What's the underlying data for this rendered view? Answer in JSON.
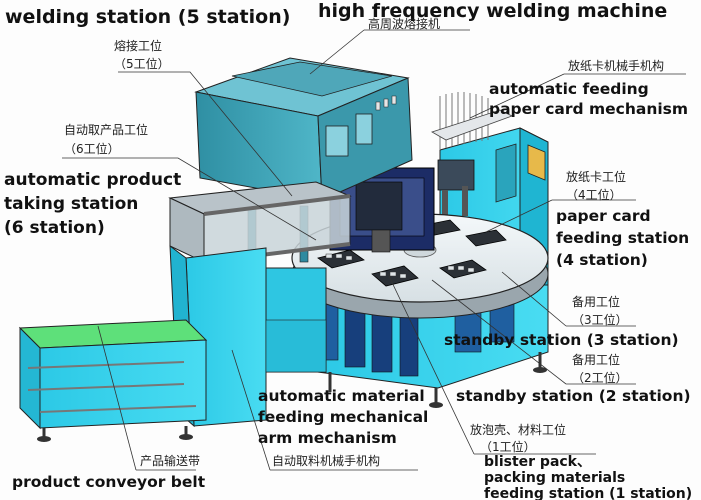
{
  "title": "high frequency welding machine",
  "title_cn": "高周波熔接机",
  "labels": {
    "welding_station": "welding station (5 station)",
    "welding_cn_1": "熔接工位",
    "welding_cn_2": "（5工位）",
    "auto_feed_cn": "放纸卡机械手机构",
    "auto_feed_1": "automatic feeding",
    "auto_feed_2": "paper card mechanism",
    "product_take_cn_1": "自动取产品工位",
    "product_take_cn_2": "（6工位）",
    "product_take_1": "automatic product",
    "product_take_2": "taking station",
    "product_take_3": "(6 station)",
    "paper_feed_cn_1": "放纸卡工位",
    "paper_feed_cn_2": "（4工位）",
    "paper_feed_1": "paper card",
    "paper_feed_2": "feeding station",
    "paper_feed_3": "(4 station)",
    "standby3_cn_1": "备用工位",
    "standby3_cn_2": "（3工位）",
    "standby3": "standby station (3 station)",
    "standby2_cn_1": "备用工位",
    "standby2_cn_2": "（2工位）",
    "standby2": "standby station (2 station)",
    "material_arm_1": "automatic material",
    "material_arm_2": "feeding mechanical",
    "material_arm_3": "arm mechanism",
    "material_arm_cn": "自动取料机械手机构",
    "blister_cn_1": "放泡壳、材料工位",
    "blister_cn_2": "（1工位）",
    "blister_1": "blister pack、",
    "blister_2": "packing materials",
    "blister_3": "feeding station (1 station)",
    "conveyor_cn": "产品输送带",
    "conveyor": "product conveyor belt"
  },
  "colors": {
    "cyan": "#33d4ee",
    "teal": "#3a9db0",
    "teal_dark": "#1f6f80",
    "green": "#5ee07a",
    "navy": "#1c2c66",
    "table": "#e8eef1",
    "frame": "#b9c3c9"
  }
}
